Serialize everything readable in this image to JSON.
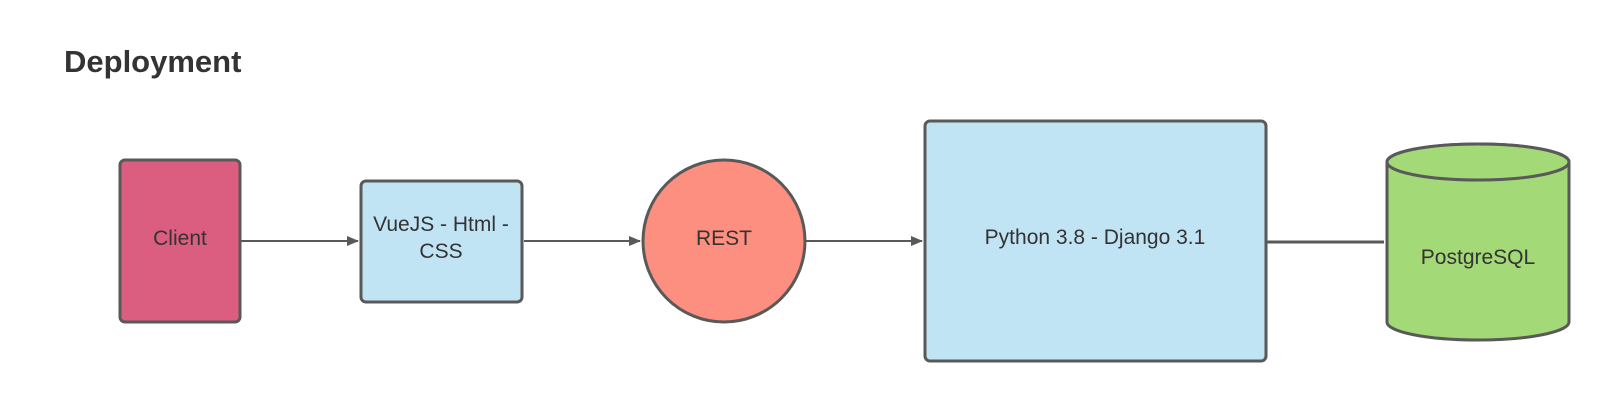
{
  "diagram": {
    "title": "Deployment",
    "colors": {
      "client": "#DB5E80",
      "frontend": "#C1E4F5",
      "rest": "#FC8F7F",
      "backend": "#C1E4F5",
      "database": "#A3D977",
      "stroke": "#595959",
      "text": "#333333"
    },
    "nodes": {
      "client": {
        "label": "Client"
      },
      "frontend": {
        "line1": "VueJS - Html -",
        "line2": "CSS"
      },
      "rest": {
        "label": "REST"
      },
      "backend": {
        "label": "Python 3.8 - Django 3.1"
      },
      "database": {
        "label": "PostgreSQL"
      }
    }
  }
}
